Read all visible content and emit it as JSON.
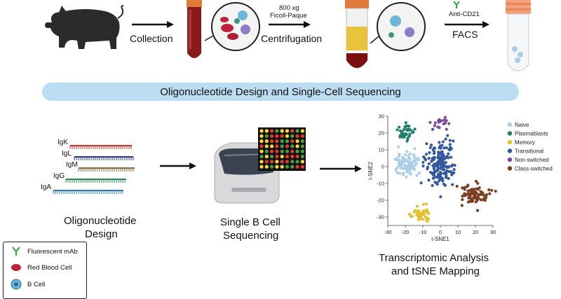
{
  "top_row": {
    "step1": "Collection",
    "step2_top1": "800 xg",
    "step2_top2": "Ficoll-Paque",
    "step2": "Centrifugation",
    "step3_top": "Anti-CD21",
    "step3": "FACS"
  },
  "banner": "Oligonucleotide Design and Single-Cell Sequencing",
  "oligos": [
    "IgK",
    "IgL",
    "IgM",
    "IgG",
    "IgA"
  ],
  "oligo_colors": [
    "#c0392b",
    "#2c3e91",
    "#8b6d3a",
    "#2e8b57",
    "#2a7fb8"
  ],
  "bottom": {
    "design_line1": "Oligonucleotide",
    "design_line2": "Design",
    "seq_line1": "Single B Cell",
    "seq_line2": "Sequencing",
    "analysis_line1": "Transcriptomic Analysis",
    "analysis_line2": "and tSNE Mapping"
  },
  "key": {
    "mab": "Fluorescent mAb",
    "rbc": "Red Blood Cell",
    "bcell": "B Cell"
  },
  "chart_data": {
    "type": "scatter",
    "xlabel": "t-SNE1",
    "ylabel": "t-SNE2",
    "xlim": [
      -30,
      30
    ],
    "ylim": [
      -35,
      30
    ],
    "xticks": [
      -30,
      -20,
      -10,
      0,
      10,
      20,
      30
    ],
    "yticks": [
      30,
      20,
      10,
      0,
      -10,
      -20,
      -30
    ],
    "legend_position": "right",
    "series": [
      {
        "name": "Naive",
        "color": "#a9cfe8",
        "center": [
          -19,
          2
        ],
        "spread": [
          6,
          6
        ],
        "n": 90
      },
      {
        "name": "Plasmablasts",
        "color": "#1f7f6b",
        "center": [
          -20,
          20
        ],
        "spread": [
          5,
          4
        ],
        "n": 45
      },
      {
        "name": "Memory",
        "color": "#e2c12c",
        "center": [
          -11,
          -28
        ],
        "spread": [
          4,
          4
        ],
        "n": 45
      },
      {
        "name": "Transitional",
        "color": "#33599c",
        "center": [
          0,
          2
        ],
        "spread": [
          7,
          11
        ],
        "n": 170
      },
      {
        "name": "Non-switched",
        "color": "#7a4b9a",
        "center": [
          0,
          26
        ],
        "spread": [
          4,
          2.5
        ],
        "n": 20
      },
      {
        "name": "Class-switched",
        "color": "#7a3e22",
        "center": [
          20,
          -17
        ],
        "spread": [
          7,
          5
        ],
        "n": 80
      }
    ]
  }
}
